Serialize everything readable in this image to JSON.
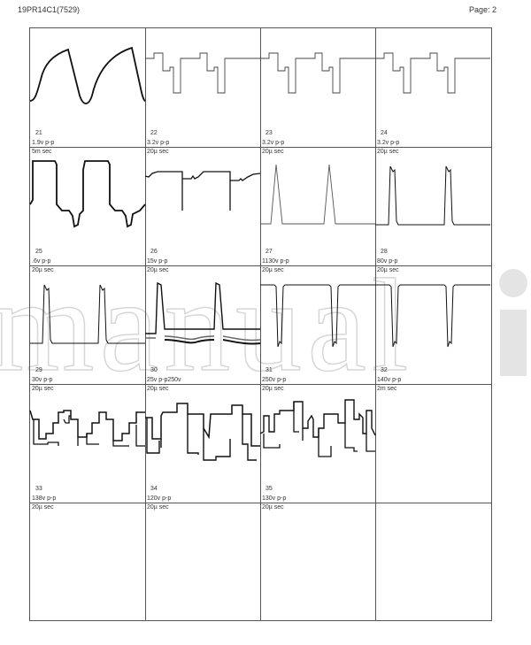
{
  "header": {
    "title": "19PR14C1(7529)",
    "page": "Page: 2"
  },
  "watermark": {
    "text": "manuali"
  },
  "grid": {
    "rows": 5,
    "cols": 4,
    "cells": [
      {
        "id": "21",
        "time": "5m sec",
        "vpp": "1.9v p-p",
        "wave": "sawtooth-rounded"
      },
      {
        "id": "22",
        "time": "20µ sec",
        "vpp": "3.2v p-p",
        "wave": "stepped"
      },
      {
        "id": "23",
        "time": "20µ sec",
        "vpp": "3.2v p-p",
        "wave": "stepped"
      },
      {
        "id": "24",
        "time": "20µ sec",
        "vpp": "3.2v p-p",
        "wave": "stepped"
      },
      {
        "id": "25",
        "time": "20µ sec",
        "vpp": ".6v p-p",
        "wave": "square-dip"
      },
      {
        "id": "26",
        "time": "20µ sec",
        "vpp": "15v p-p",
        "wave": "flat-spikes-down"
      },
      {
        "id": "27",
        "time": "20µ sec",
        "vpp": "1130v p-p",
        "wave": "triangle-pulses"
      },
      {
        "id": "28",
        "time": "20µ sec",
        "vpp": "80v p-p",
        "wave": "narrow-pulses"
      },
      {
        "id": "29",
        "time": "20µ sec",
        "vpp": "30v p-p",
        "wave": "narrow-pulses"
      },
      {
        "id": "30",
        "time": "20µ sec",
        "vpp": "25v p-p250v",
        "wave": "pulses-noisy-base"
      },
      {
        "id": "31",
        "time": "20µ sec",
        "vpp": "250v p-p",
        "wave": "negative-pulses"
      },
      {
        "id": "32",
        "time": "2m sec",
        "vpp": "140v p-p",
        "wave": "negative-pulses"
      },
      {
        "id": "33",
        "time": "20µ sec",
        "vpp": "138v p-p",
        "wave": "complex-steps"
      },
      {
        "id": "34",
        "time": "20µ sec",
        "vpp": "120v p-p",
        "wave": "complex-steps"
      },
      {
        "id": "35",
        "time": "20µ sec",
        "vpp": "130v p-p",
        "wave": "complex-steps"
      },
      {
        "id": "",
        "time": "2m sec",
        "vpp": "",
        "wave": "none"
      },
      {
        "id": "",
        "time": "20µ sec",
        "vpp": "",
        "wave": "none"
      },
      {
        "id": "",
        "time": "20µ sec",
        "vpp": "",
        "wave": "none"
      },
      {
        "id": "",
        "time": "20µ sec",
        "vpp": "",
        "wave": "none"
      },
      {
        "id": "",
        "time": "",
        "vpp": "",
        "wave": "none"
      }
    ]
  }
}
